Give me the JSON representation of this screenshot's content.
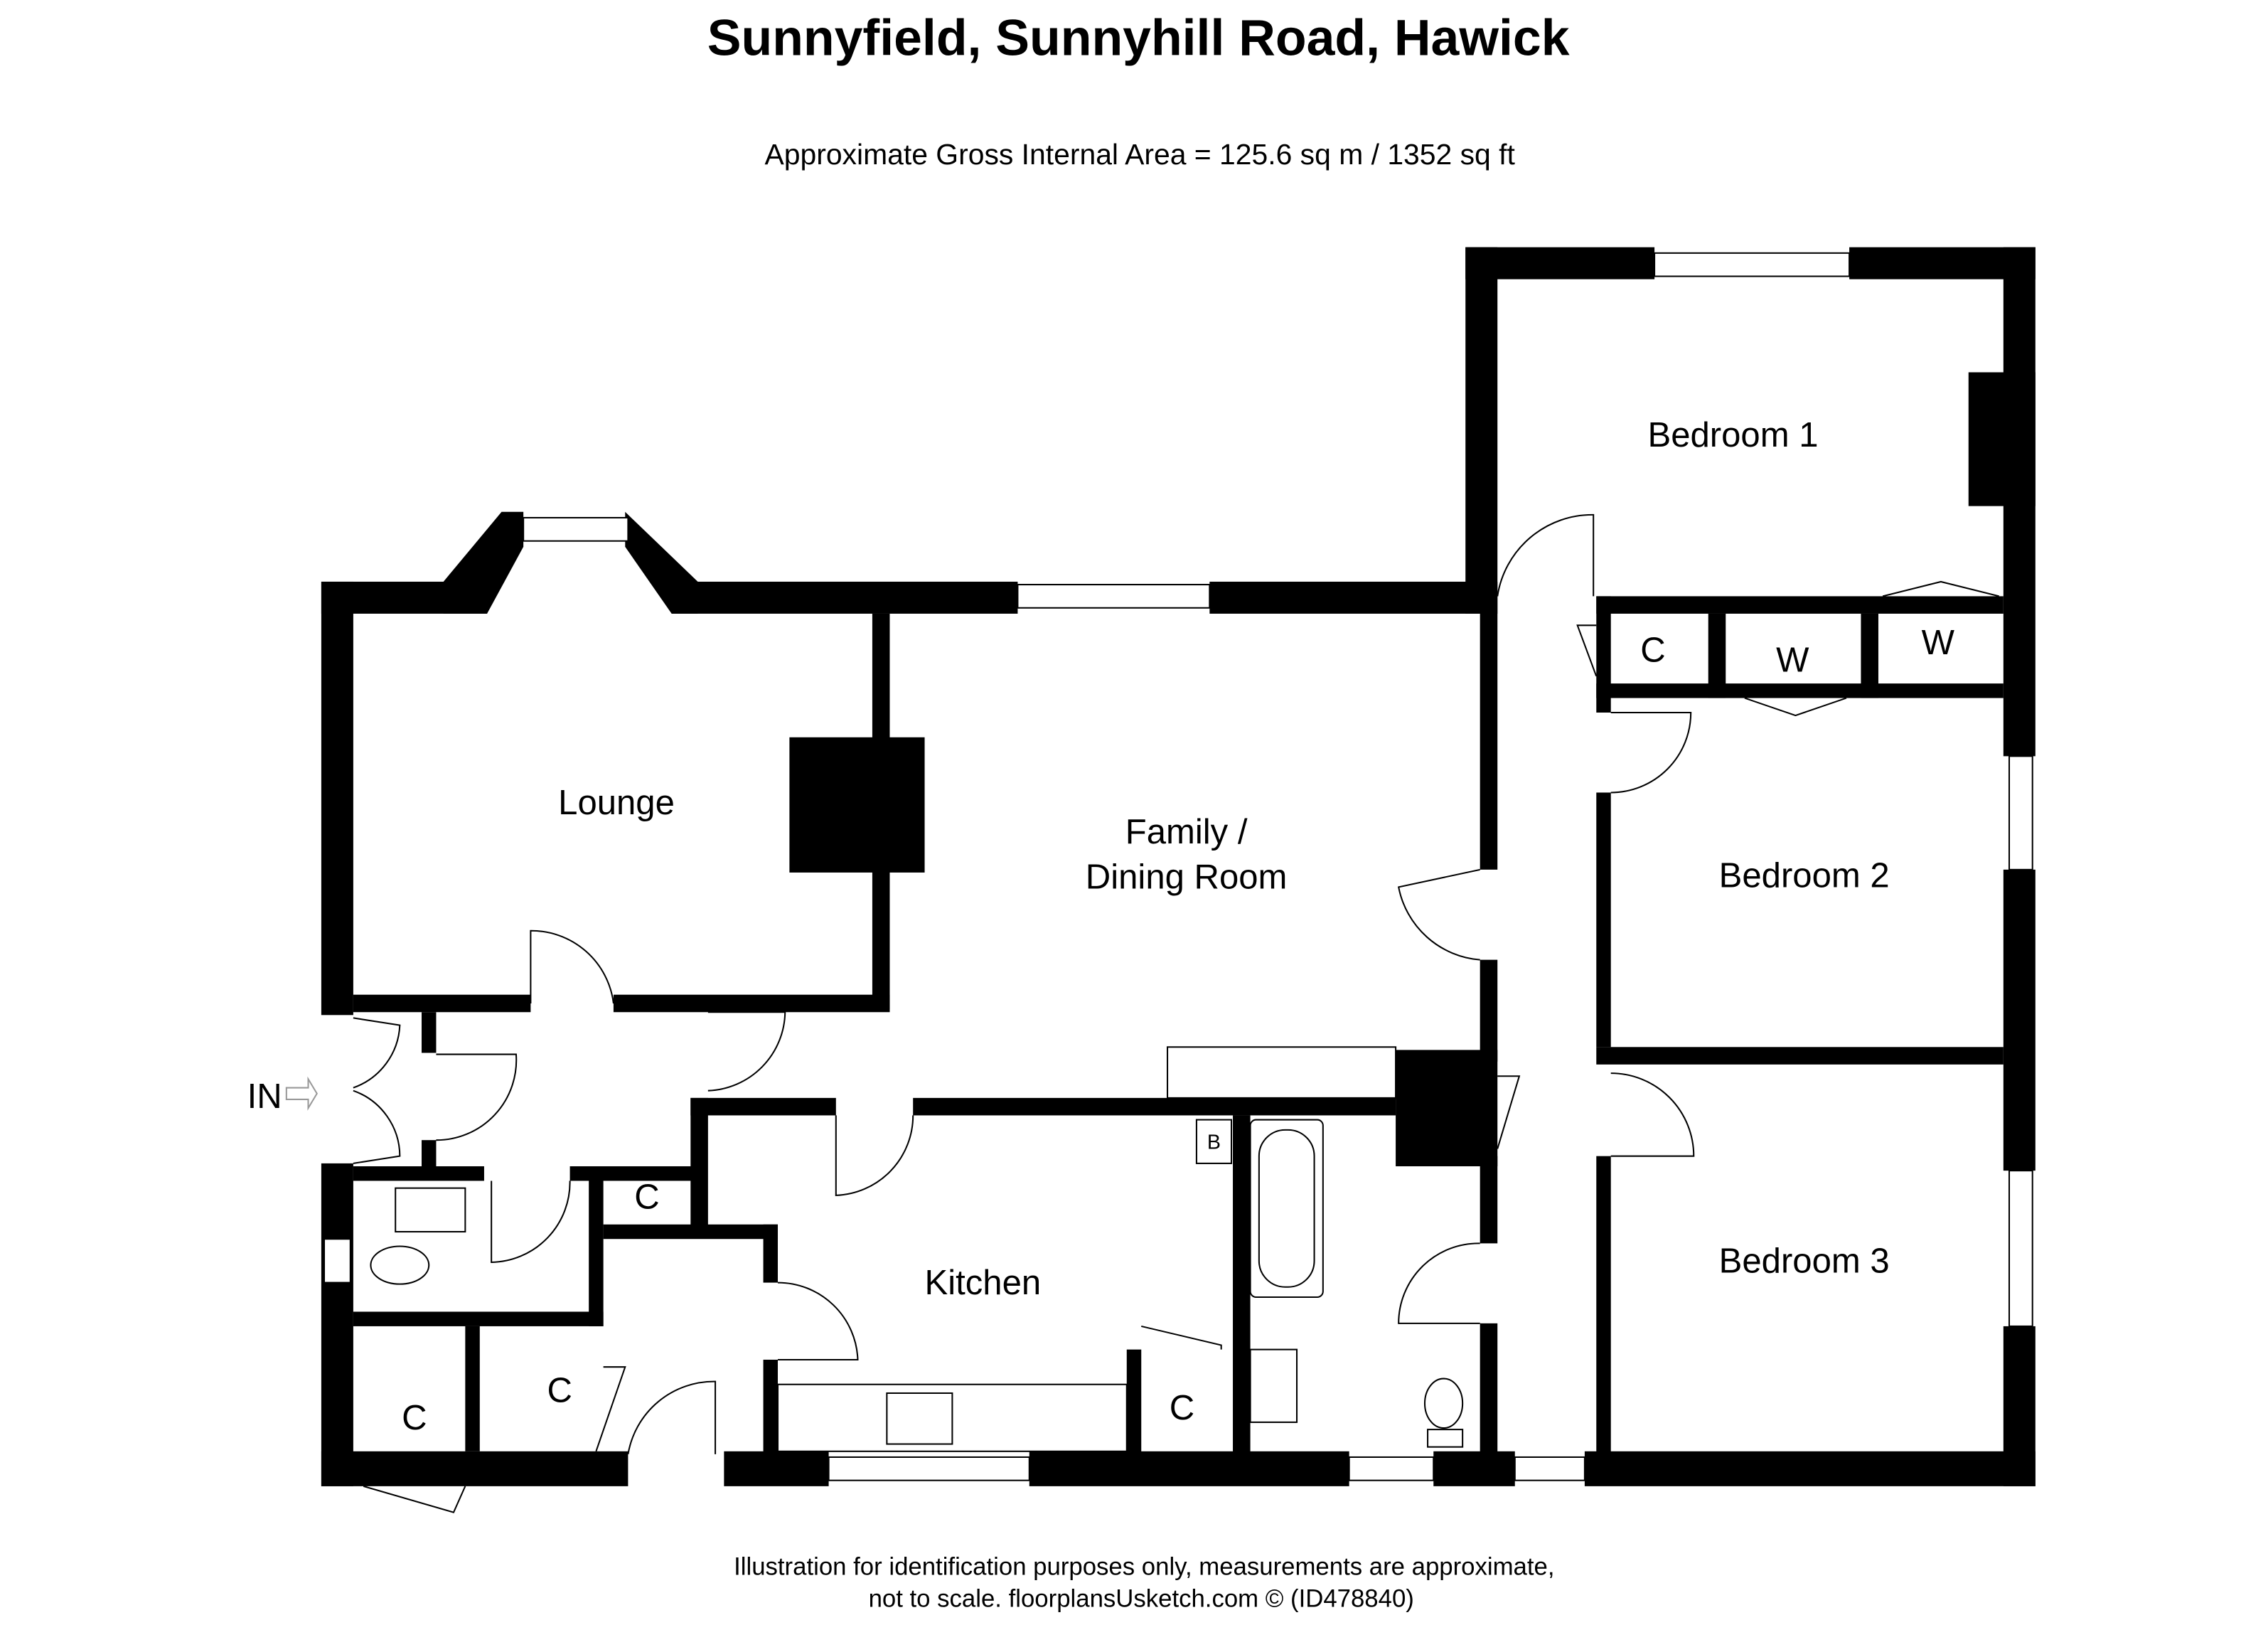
{
  "header": {
    "title": "Sunnyfield, Sunnyhill Road, Hawick",
    "subtitle": "Approximate Gross Internal Area = 125.6 sq m / 1352 sq ft"
  },
  "rooms": {
    "bedroom1": "Bedroom 1",
    "bedroom2": "Bedroom 2",
    "bedroom3": "Bedroom 3",
    "lounge": "Lounge",
    "family_line1": "Family /",
    "family_line2": "Dining Room",
    "kitchen": "Kitchen"
  },
  "storage": {
    "cupboard": "C",
    "wardrobe": "W",
    "boiler": "B"
  },
  "entrance": "IN",
  "footer": {
    "line1": "Illustration for identification purposes only, measurements are approximate,",
    "line2": "not to scale. floorplansUsketch.com © (ID478840)"
  }
}
